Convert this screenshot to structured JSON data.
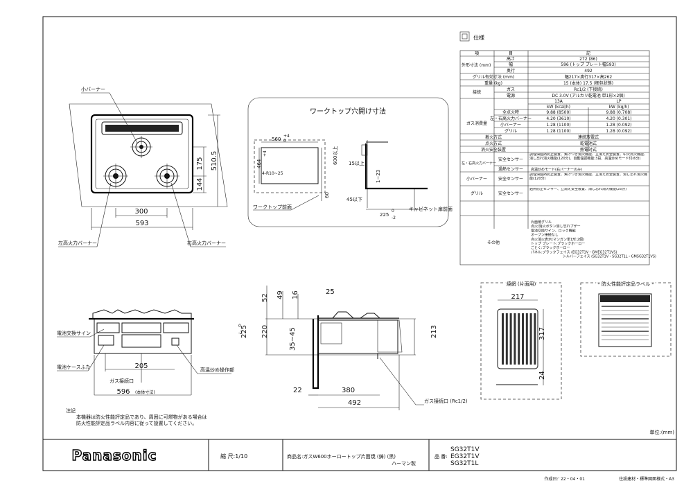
{
  "spec": {
    "title": "仕様",
    "header": [
      "項",
      "目",
      "記"
    ],
    "rows": [
      [
        "外形寸法 (mm)",
        "高さ",
        "272 (86)"
      ],
      [
        "",
        "幅",
        "596 (トップ プレート幅593)"
      ],
      [
        "",
        "奥行",
        "492"
      ],
      [
        "グリル有効寸法 (mm)",
        "",
        "幅217×奥行317×高262"
      ],
      [
        "重量 (kg)",
        "",
        "15 (本体) 17.5 (梱包状態)"
      ],
      [
        "接続",
        "ガス",
        "Rc1/2 (下接続)"
      ],
      [
        "",
        "電源",
        "DC 3.0V (アルカリ乾電池 単1形×2個)"
      ]
    ],
    "gas_header": [
      "13A",
      "LP"
    ],
    "gas_units": [
      "kW (kcal/h)",
      "kW (kg/h)"
    ],
    "gas_rows": [
      [
        "ガス消費量",
        "全点火時",
        "9.88 (8500)",
        "9.88 (0.708)"
      ],
      [
        "",
        "左・右高火力バーナー",
        "4.20 (3610)",
        "4.20 (0.301)"
      ],
      [
        "",
        "小バーナー",
        "1.28 (1100)",
        "1.28 (0.092)"
      ],
      [
        "",
        "グリル",
        "1.28 (1100)",
        "1.28 (0.092)"
      ]
    ],
    "misc_rows": [
      [
        "着火方式",
        "連続放電式"
      ],
      [
        "点火方式",
        "乾電池式"
      ],
      [
        "消火安全装置",
        "熱電対式"
      ]
    ],
    "safety_rows": [
      [
        "左・右高火力バーナー",
        "安全センサー",
        "調理油過熱防止装置、焦げつき消火機能、立消え安全装置、中火点火機能、消し忘れ消火機能(120分)、自動温調機能:3段、高温炒めモード付(6分)"
      ],
      [
        "",
        "過熱センサー",
        "高温炒めモード(右バーナーのみ)"
      ],
      [
        "小バーナー",
        "安全センサー",
        "調理油過熱防止装置、焦げつき消火機能、立消え安全装置、消し忘れ消火機能(120分)"
      ],
      [
        "グリル",
        "安全センサー",
        "過熱防止センサー、立消え安全装置、消し忘れ消火機能(25分)"
      ]
    ],
    "other_label": "その他",
    "other_lines": [
      "片面焼グリル",
      "点火/消火ボタン消し忘れブザー",
      "電池交換サイン、ロック機能",
      "オーブン接続なし",
      "点火消火表示(マンガン単1形:2個)",
      "トップ プレート:ブラックホーロー",
      "ごとく:ブラックホーロー",
      "パネル:ブラックフェイス (EG32T1V・GMEG32T1VS)",
      "シルバーフェイス (SG32T1V・SG32T1L・GMSG32T1VS)"
    ]
  },
  "worktop": {
    "title": "ワークトップ穴開け寸法",
    "dim_width": "560",
    "dim_width_tol_top": "+4",
    "dim_width_tol_bottom": "0",
    "dim_depth": "464",
    "dim_depth_tol_top": "+4",
    "dim_depth_tol_bottom": "0",
    "radius": "4-R10~25",
    "dim_front": "600以上",
    "dim_60": "60",
    "dim_15": "15以上",
    "dim_23": "1~23",
    "dim_45": "45以下",
    "dim_225": "225",
    "dim_225_tol_top": "0",
    "dim_225_tol_bottom": "-2",
    "label_front": "ワークトップ前面",
    "label_cabinet": "キャビネット扉前面"
  },
  "top_view": {
    "small_burner": "小バーナー",
    "left_burner": "左高火力バーナー",
    "right_burner": "右高火力バーナー",
    "dim_300": "300",
    "dim_593": "593",
    "dim_175": "175",
    "dim_144": "144",
    "dim_510": "510.5"
  },
  "front_view": {
    "battery_sign": "電池交換サイン",
    "battery_cover": "電池ケースふた",
    "high_temp": "高温炒め操作部",
    "gas_inlet": "ガス接続口",
    "dim_205": "205",
    "dim_596": "596",
    "dim_596_note": "(本体寸法)"
  },
  "side_view": {
    "dim_25": "25",
    "dim_52": "52",
    "dim_49": "49",
    "dim_16": "16",
    "dim_220": "220",
    "dim_225": "225",
    "dim_225_tol_top": "0",
    "dim_225_tol_bottom": "-2",
    "dim_3545": "35~45",
    "dim_213": "213",
    "dim_22": "22",
    "dim_380": "380",
    "dim_492": "492",
    "gas_inlet": "ガス接続口 (Rc1/2)"
  },
  "grill": {
    "title": "焼網 (片面用)",
    "dim_217": "217",
    "dim_317": "317",
    "dim_24": "24"
  },
  "label_box": {
    "title": "* 防火性能評定品ラベル *"
  },
  "note": {
    "title": "注記",
    "lines": [
      "本機器は防火性能評定品であり、周囲に可燃物がある場合は",
      "防火性能評定品ラベル内容に従って設置してください。"
    ]
  },
  "unit": "単位:(mm)",
  "titleblock": {
    "brand": "Panasonic",
    "scale_label": "縮 尺:1/10",
    "product_label": "商品名:ガスW600ホーロートップ片面焼 (鋳) (黒)",
    "maker": "ハーマン製",
    "model_label": "品 番:",
    "models": [
      "SG32T1V",
      "EG32T1V",
      "SG32T1L"
    ]
  },
  "footer": {
    "date": "作成日:' 22・04・01",
    "format": "住設建材・標準図面様式・A3"
  }
}
